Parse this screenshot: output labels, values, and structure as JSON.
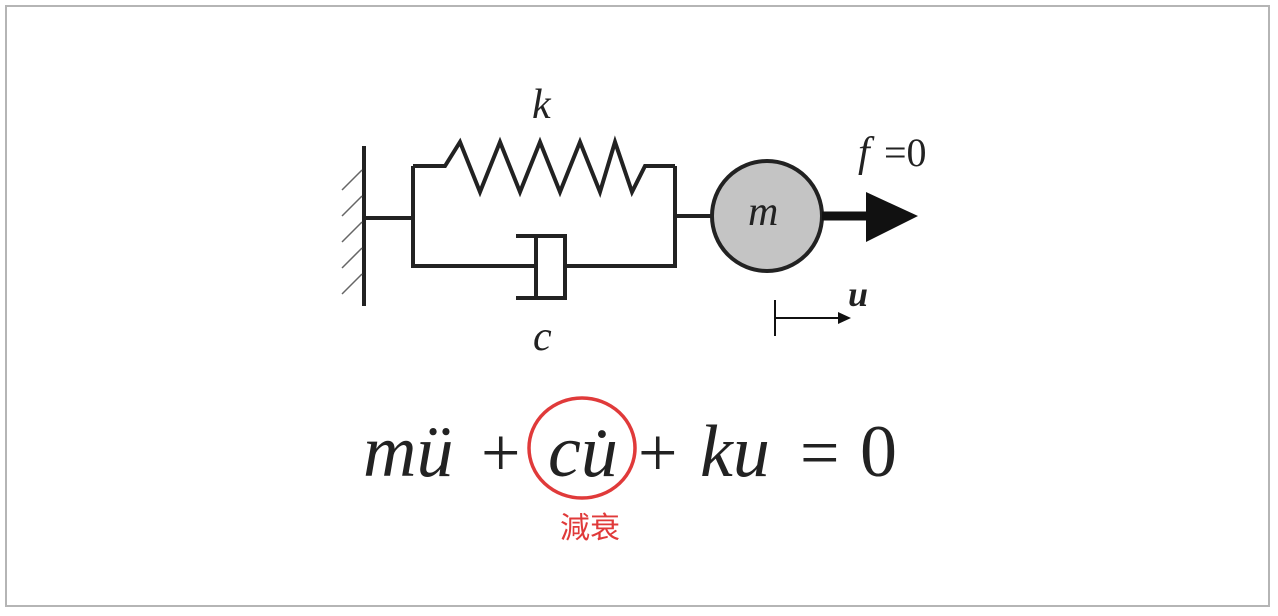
{
  "labels": {
    "spring": "k",
    "damper": "c",
    "mass": "m",
    "force": "f",
    "force_eq": "=0",
    "displacement": "u"
  },
  "equation": {
    "t1": "mü",
    "plus1": "+",
    "t2": "cu̇",
    "plus2": "+",
    "t3": "ku",
    "eq": "=",
    "zero": "0"
  },
  "annotation": {
    "label": "減衰",
    "color": "#e03a3a"
  },
  "colors": {
    "line": "#222222",
    "mass_fill": "#c4c4c4"
  }
}
